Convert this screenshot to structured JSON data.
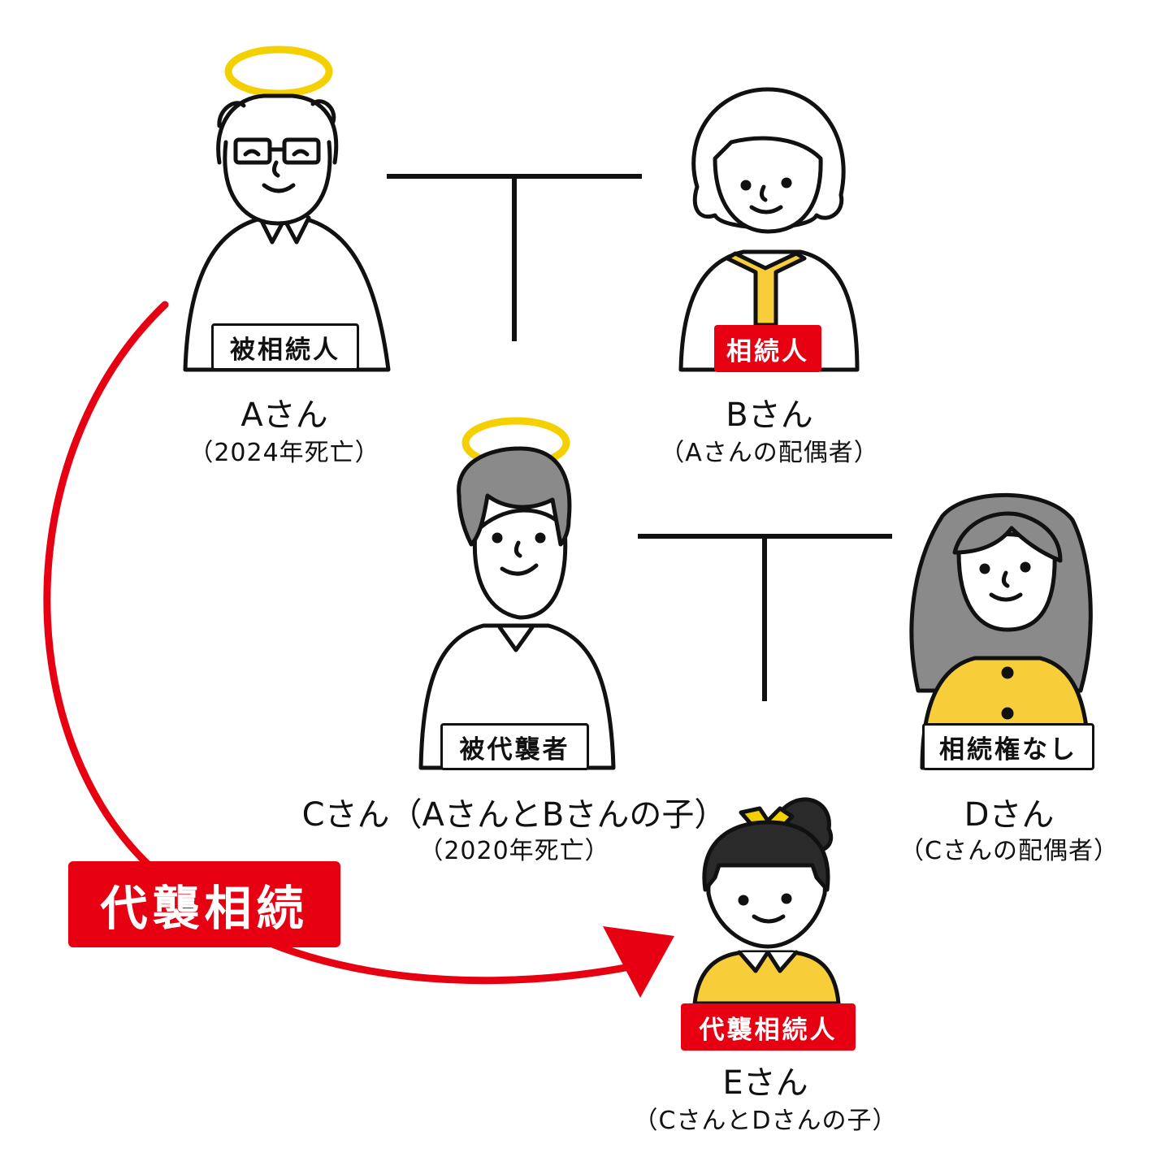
{
  "persons": {
    "a": {
      "name": "Aさん",
      "note": "（2024年死亡）",
      "tag": "被相続人"
    },
    "b": {
      "name": "Bさん",
      "note": "（Aさんの配偶者）",
      "tag": "相続人"
    },
    "c": {
      "name": "Cさん（AさんとBさんの子）",
      "note": "（2020年死亡）",
      "tag": "被代襲者"
    },
    "d": {
      "name": "Dさん",
      "note": "（Cさんの配偶者）",
      "tag": "相続権なし"
    },
    "e": {
      "name": "Eさん",
      "note": "（CさんとDさんの子）",
      "tag": "代襲相続人"
    }
  },
  "arrow_label": "代襲相続",
  "colors": {
    "accent_red": "#e60012",
    "halo": "#f5d000",
    "clothes_yellow": "#f7cd3a",
    "hair_gray": "#8a8a8a"
  }
}
